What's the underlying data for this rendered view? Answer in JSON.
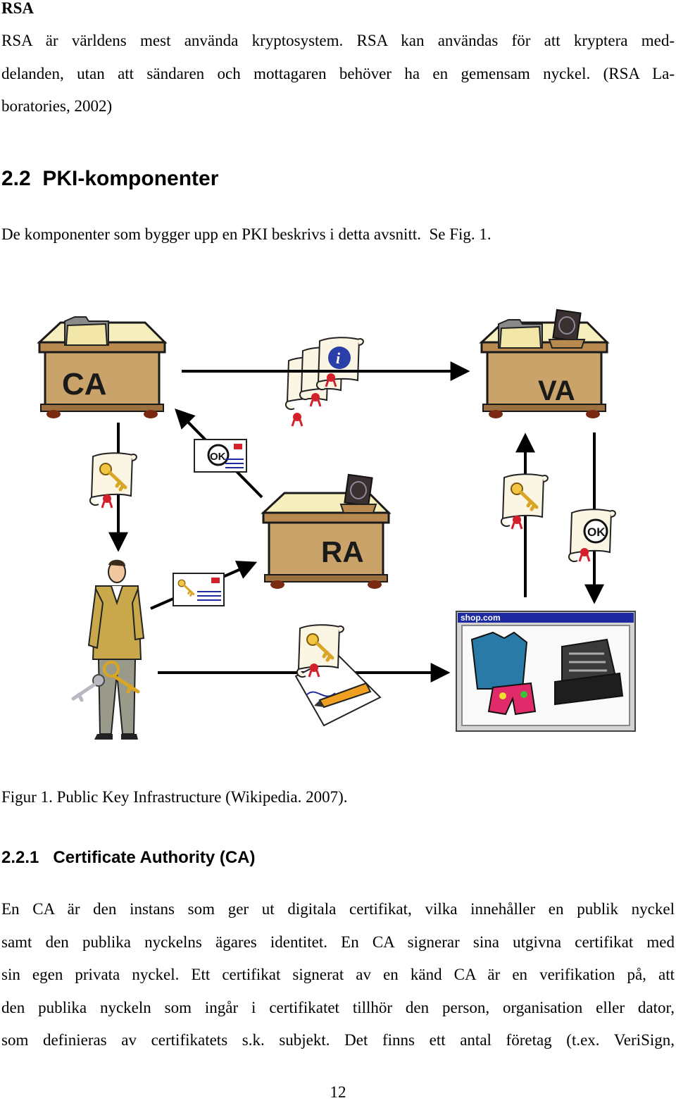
{
  "section_rsa": {
    "heading": "RSA",
    "lines": [
      "RSA är världens mest använda kryptosystem. RSA kan användas för att kryptera med-",
      "delanden, utan att sändaren och mottagaren behöver ha en gemensam nyckel. (RSA La-",
      "boratories, 2002)"
    ]
  },
  "section_pki": {
    "heading": "2.2  PKI-komponenter",
    "intro": "De komponenter som bygger upp en PKI beskrivs i detta avsnitt.  Se Fig. 1."
  },
  "figure": {
    "labels": {
      "ca": "CA",
      "va": "VA",
      "ra": "RA",
      "window_title": "shop.com",
      "ok": "OK"
    },
    "caption": "Figur 1. Public Key Infrastructure (Wikipedia. 2007)."
  },
  "section_ca": {
    "heading": "2.2.1   Certificate Authority (CA)",
    "lines": [
      "En CA är den instans som ger ut digitala certifikat, vilka innehåller en publik nyckel",
      "samt den  publika nyckelns ägares identitet. En CA signerar sina utgivna certifikat med",
      "sin egen privata nyckel. Ett certifikat signerat av en känd CA är en verifikation på, att",
      "den publika nyckeln som ingår i certifikatet tillhör den person, organisation eller dator,",
      "som definieras av certifikatets s.k. subjekt. Det finns ett antal företag (t.ex. VeriSign,"
    ]
  },
  "footer": {
    "page_number": "12"
  },
  "colors": {
    "desk": "#c9a36a",
    "desk_top": "#f6eebc",
    "arrow": "#000000",
    "window_bar": "#1e2aa0",
    "coat": "#c8a84a"
  },
  "icons": [
    "folder-icon",
    "stamp-icon",
    "certificate-icon",
    "key-icon",
    "info-icon",
    "ok-seal-icon",
    "pencil-icon",
    "cash-register-icon",
    "shirt-icon"
  ]
}
